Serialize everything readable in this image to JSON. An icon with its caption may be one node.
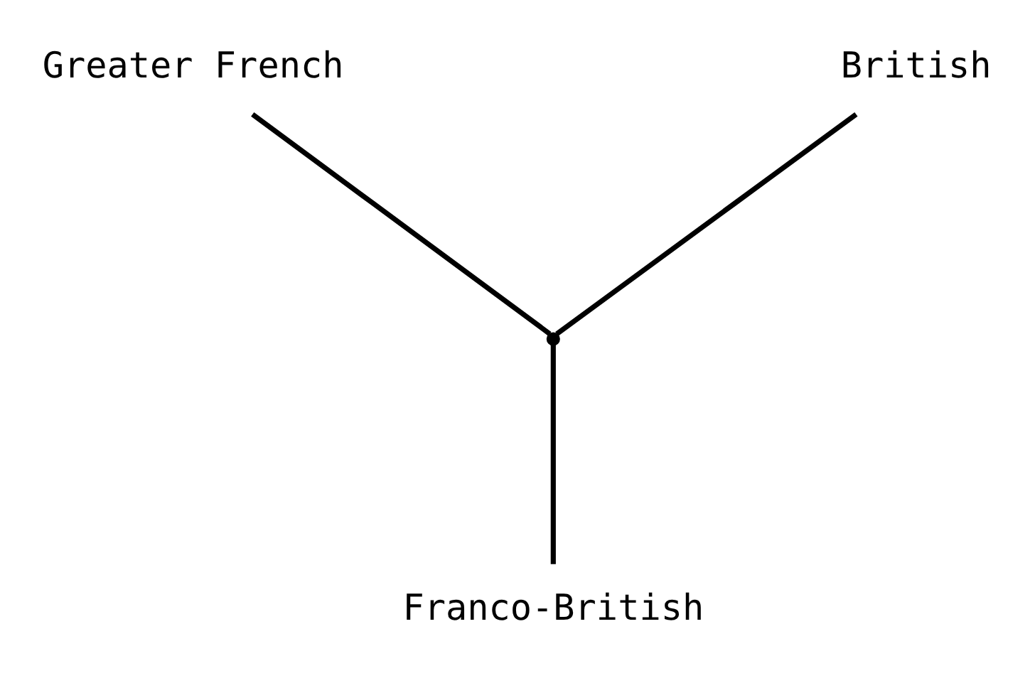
{
  "diagram": {
    "nodes": [
      {
        "text": [
          "Greater French"
        ]
      },
      {
        "text": [
          "British"
        ]
      },
      {
        "text": [],
        "shape": "point"
      },
      {
        "text": [
          "Franco-British"
        ]
      }
    ],
    "edges": [
      {
        "from": 0,
        "to": 2,
        "arrow": "none"
      },
      {
        "from": 1,
        "to": 2,
        "arrow": "none"
      },
      {
        "from": 2,
        "to": 3,
        "arrow": "none"
      }
    ]
  }
}
